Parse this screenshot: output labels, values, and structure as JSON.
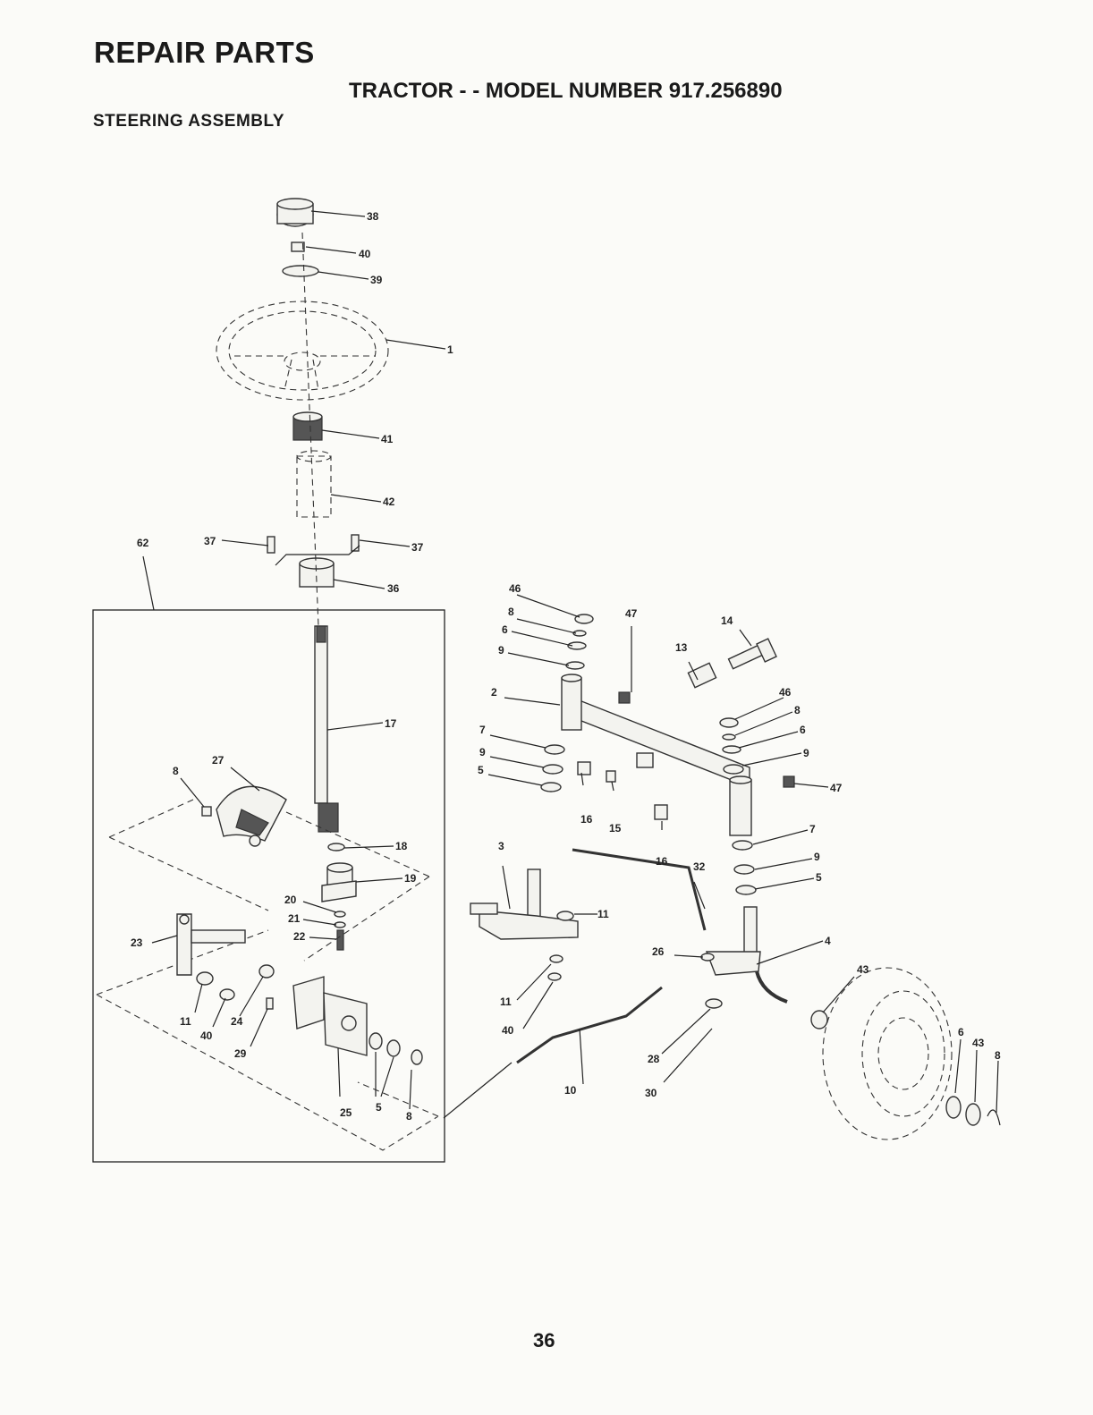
{
  "header": {
    "title": "REPAIR PARTS",
    "subtitle": "TRACTOR - - MODEL NUMBER 917.256890",
    "section": "STEERING ASSEMBLY"
  },
  "callouts": [
    "38",
    "40",
    "39",
    "1",
    "41",
    "42",
    "62",
    "37",
    "37",
    "36",
    "17",
    "8",
    "27",
    "18",
    "19",
    "20",
    "21",
    "22",
    "23",
    "11",
    "40",
    "24",
    "29",
    "25",
    "5",
    "8",
    "46",
    "8",
    "6",
    "9",
    "47",
    "14",
    "13",
    "2",
    "7",
    "9",
    "5",
    "16",
    "15",
    "46",
    "8",
    "6",
    "9",
    "47",
    "16",
    "7",
    "9",
    "5",
    "3",
    "32",
    "11",
    "26",
    "4",
    "11",
    "40",
    "10",
    "28",
    "30",
    "43",
    "6",
    "43",
    "8"
  ],
  "page_number": "36"
}
